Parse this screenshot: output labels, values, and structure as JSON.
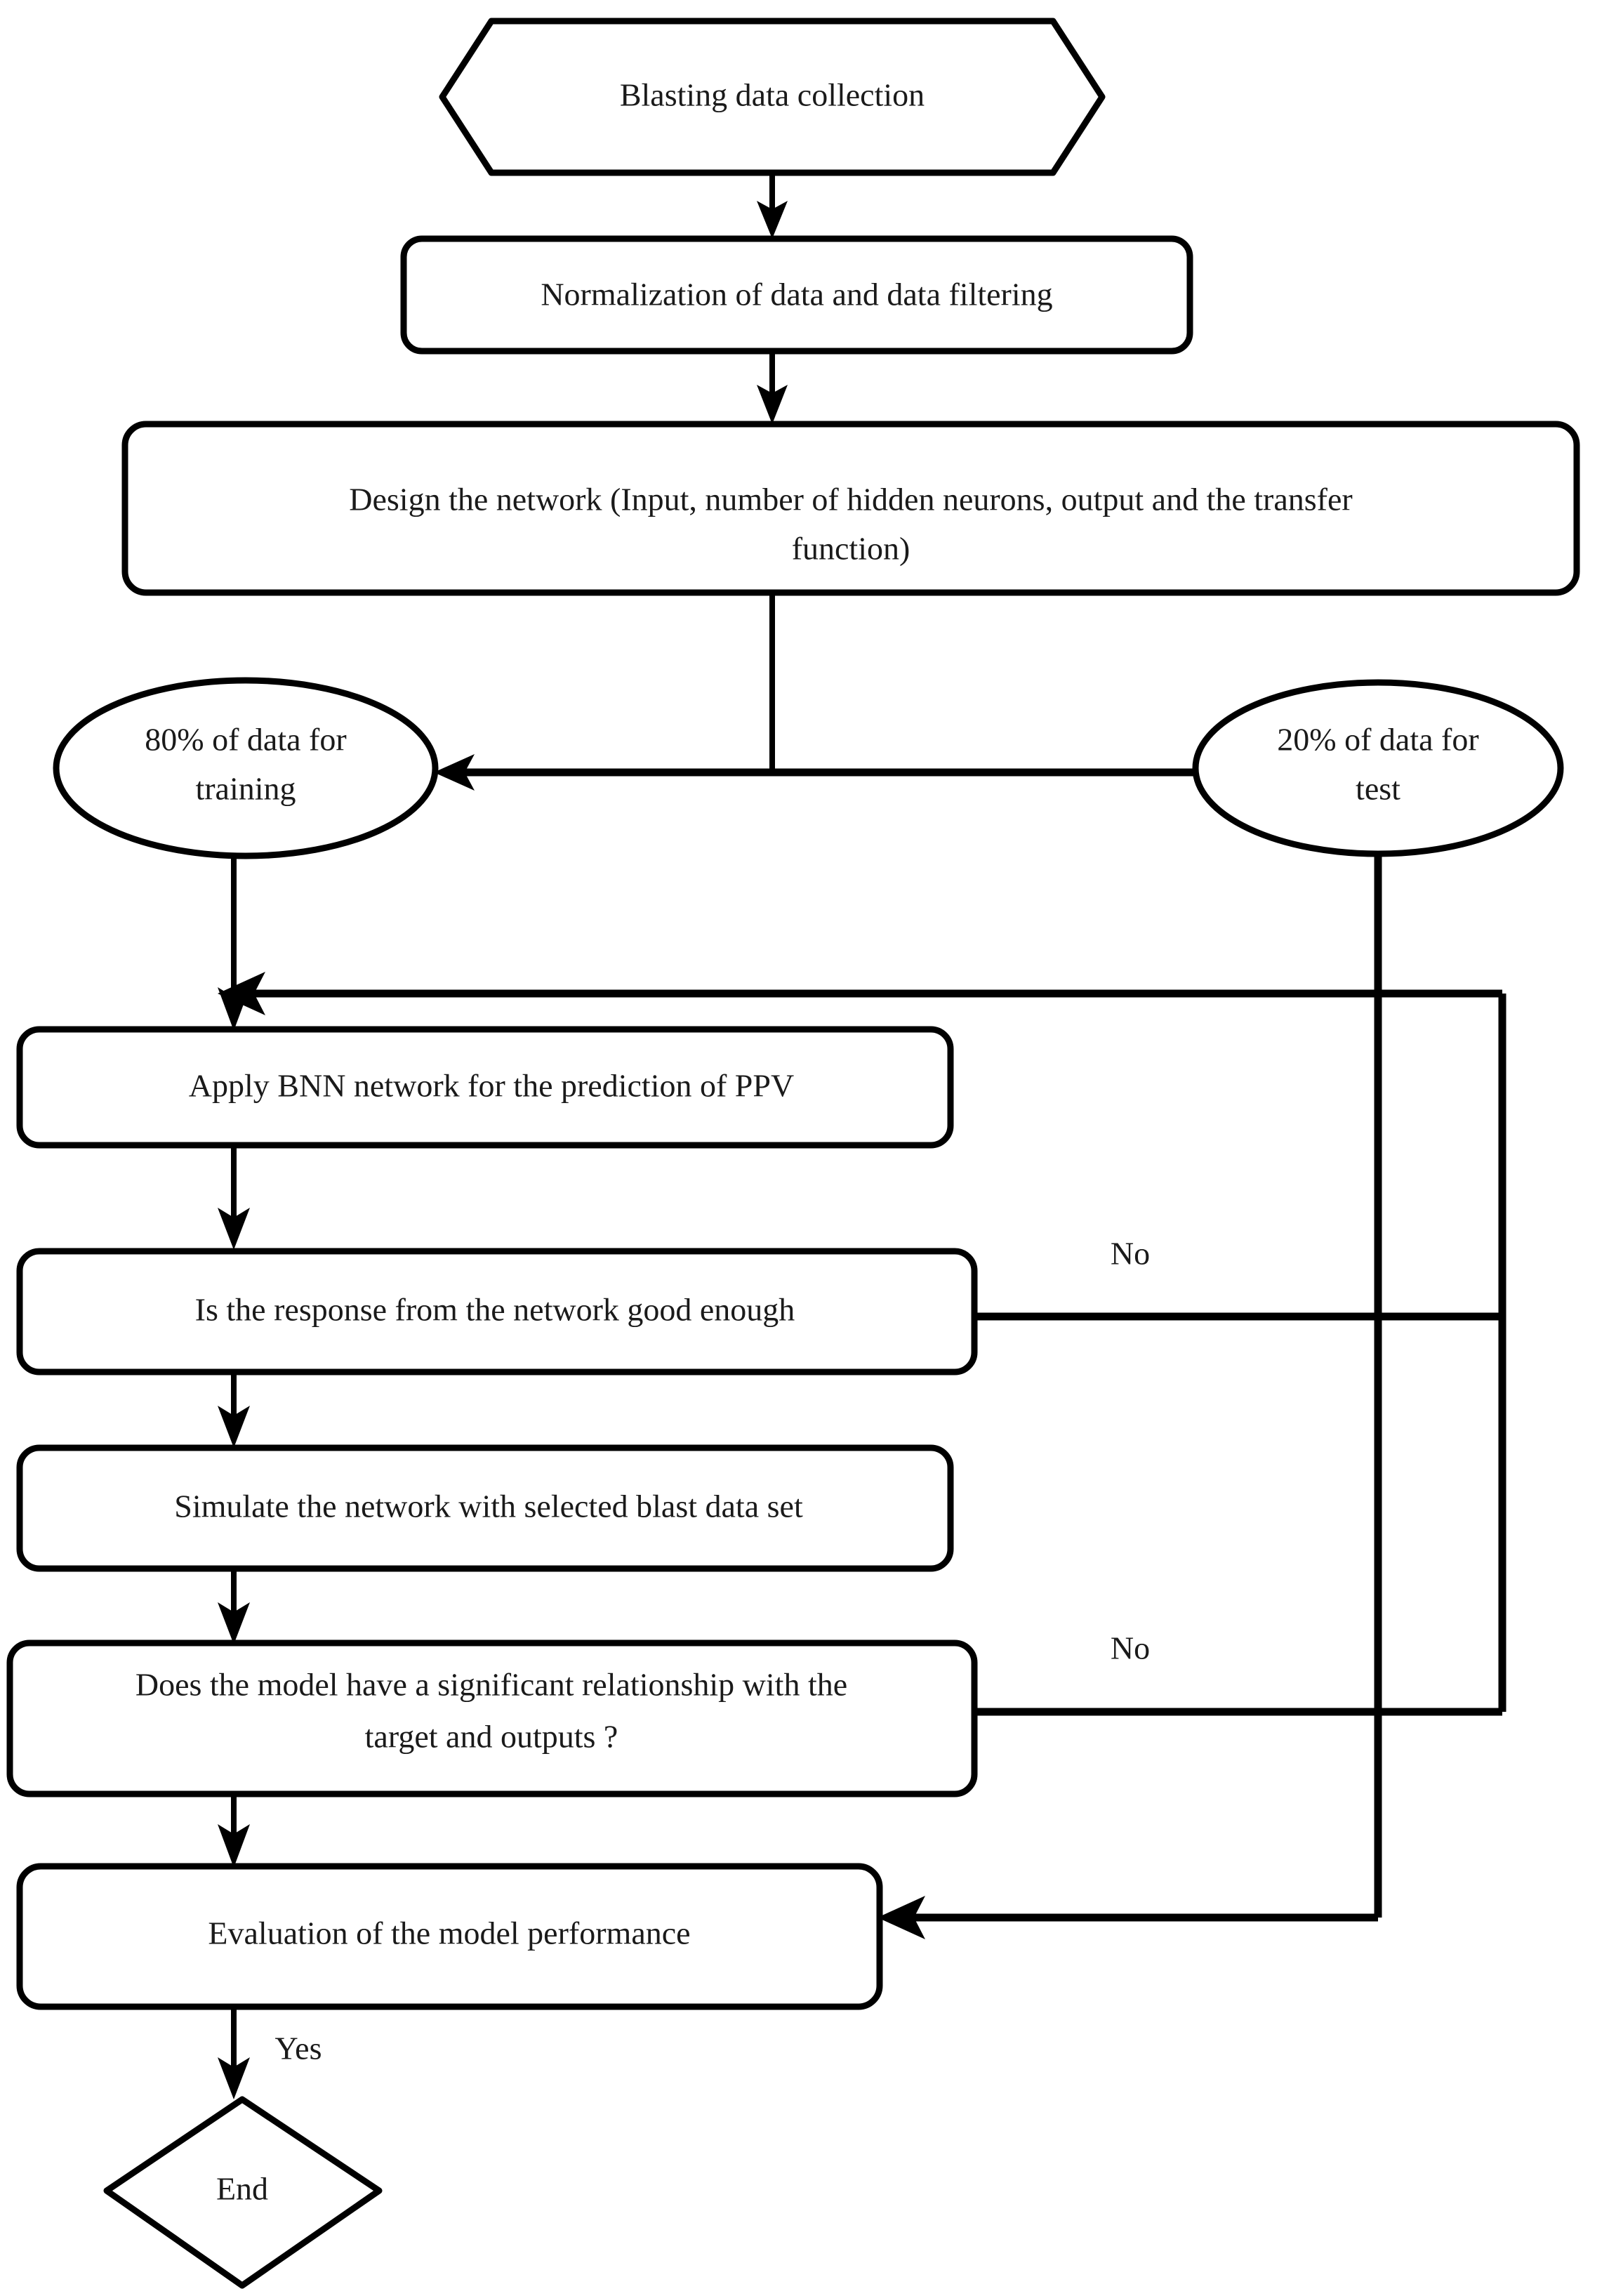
{
  "diagram": {
    "title": "BNN PPV prediction flowchart",
    "background_color": "#ffffff",
    "line_color": "#000000",
    "text_color": "#1a1a1a",
    "nodes": {
      "start": {
        "shape": "hexagon",
        "label": "Blasting data collection"
      },
      "normalize": {
        "shape": "rounded-rectangle",
        "label": "Normalization of data and data filtering"
      },
      "design": {
        "shape": "rounded-rectangle",
        "line1": "Design the network (Input, number of hidden neurons, output and the transfer",
        "line2": "function)"
      },
      "train_split": {
        "shape": "ellipse",
        "line1": "80% of data for",
        "line2": "training"
      },
      "test_split": {
        "shape": "ellipse",
        "line1": "20% of data for",
        "line2": "test"
      },
      "apply_bnn": {
        "shape": "rounded-rectangle",
        "label": "Apply BNN network for the prediction of PPV"
      },
      "check_response": {
        "shape": "rounded-rectangle",
        "label": "Is the response from the network good enough"
      },
      "simulate": {
        "shape": "rounded-rectangle",
        "label": "Simulate the network with selected blast data set"
      },
      "check_significance": {
        "shape": "rounded-rectangle",
        "line1": "Does the model have a significant relationship with the",
        "line2": "target and outputs ?"
      },
      "evaluate": {
        "shape": "rounded-rectangle",
        "label": "Evaluation of the model performance"
      },
      "end": {
        "shape": "diamond",
        "label": "End"
      }
    },
    "edge_labels": {
      "no_response": "No",
      "no_significance": "No",
      "yes_end": "Yes"
    }
  }
}
